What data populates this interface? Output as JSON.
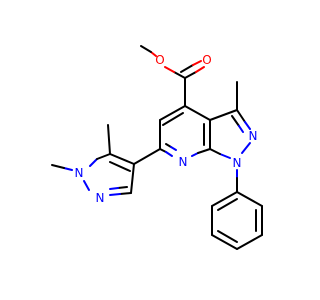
{
  "molecule": {
    "atoms": {
      "ester_o_carbonyl": {
        "symbol": "O",
        "color": "#ff0000"
      },
      "ester_o_methoxy": {
        "symbol": "O",
        "color": "#ff0000"
      },
      "pyrazole_n2": {
        "symbol": "N",
        "color": "#0000ff"
      },
      "pyrazole_n1": {
        "symbol": "N",
        "color": "#0000ff"
      },
      "pyridine_n7": {
        "symbol": "N",
        "color": "#0000ff"
      },
      "dimethylpyrazole_n1": {
        "symbol": "N",
        "color": "#0000ff"
      },
      "dimethylpyrazole_n2": {
        "symbol": "N",
        "color": "#0000ff"
      }
    },
    "colors": {
      "carbon_bond": "#000000",
      "nitrogen": "#0000ff",
      "oxygen": "#ff0000",
      "background": "#ffffff"
    }
  }
}
